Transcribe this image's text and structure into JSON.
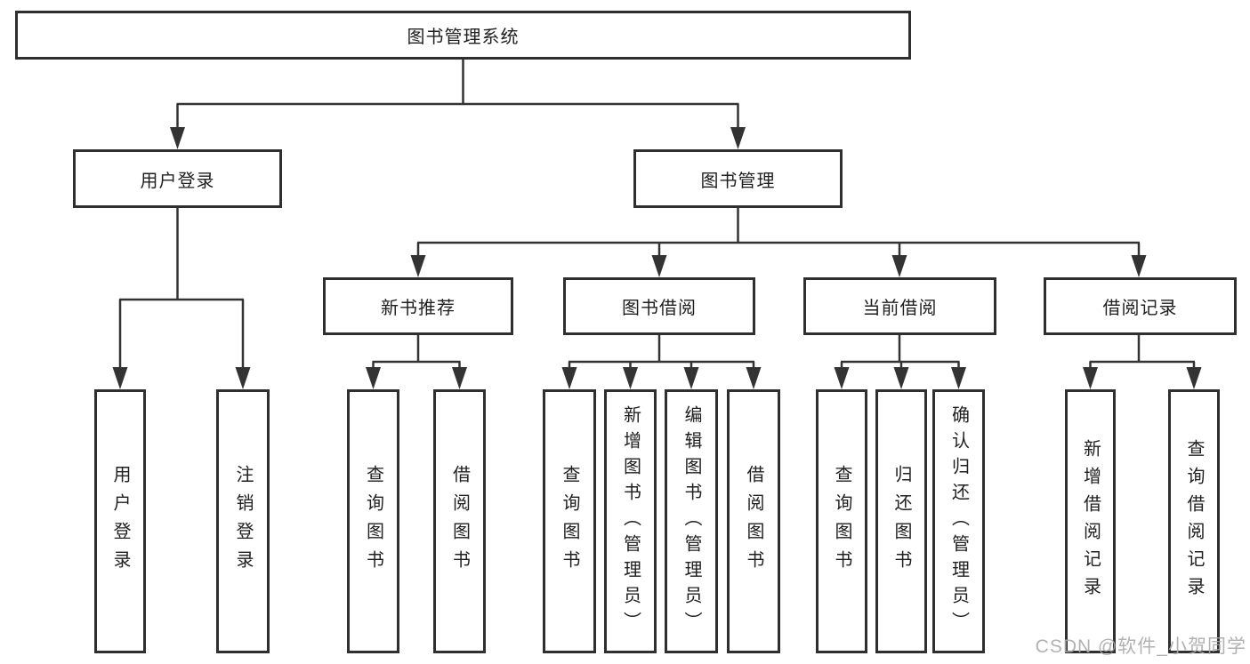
{
  "nodes": {
    "root": {
      "id": "library-management-system",
      "label": "图书管理系统"
    },
    "level2": [
      {
        "id": "user-login",
        "label": "用户登录",
        "parent": "library-management-system"
      },
      {
        "id": "book-management",
        "label": "图书管理",
        "parent": "library-management-system"
      }
    ],
    "level3": [
      {
        "id": "new-book-recommend",
        "label": "新书推荐",
        "parent": "book-management"
      },
      {
        "id": "book-borrowing",
        "label": "图书借阅",
        "parent": "book-management"
      },
      {
        "id": "current-borrowing",
        "label": "当前借阅",
        "parent": "book-management"
      },
      {
        "id": "borrowing-records",
        "label": "借阅记录",
        "parent": "book-management"
      }
    ],
    "leaves": [
      {
        "id": "leaf-user-login",
        "label": "用户登录",
        "parent": "user-login"
      },
      {
        "id": "leaf-logout",
        "label": "注销登录",
        "parent": "user-login"
      },
      {
        "id": "leaf-query-books-recommend",
        "label": "查询图书",
        "parent": "new-book-recommend"
      },
      {
        "id": "leaf-borrow-books-recommend",
        "label": "借阅图书",
        "parent": "new-book-recommend"
      },
      {
        "id": "leaf-query-books-borrowing",
        "label": "查询图书",
        "parent": "book-borrowing"
      },
      {
        "id": "leaf-add-books-admin",
        "label": "新增图书（管理员）",
        "parent": "book-borrowing"
      },
      {
        "id": "leaf-edit-books-admin",
        "label": "编辑图书（管理员）",
        "parent": "book-borrowing"
      },
      {
        "id": "leaf-borrow-books",
        "label": "借阅图书",
        "parent": "book-borrowing"
      },
      {
        "id": "leaf-query-books-current",
        "label": "查询图书",
        "parent": "current-borrowing"
      },
      {
        "id": "leaf-return-books",
        "label": "归还图书",
        "parent": "current-borrowing"
      },
      {
        "id": "leaf-confirm-return-admin",
        "label": "确认归还（管理员）",
        "parent": "current-borrowing"
      },
      {
        "id": "leaf-add-borrow-record",
        "label": "新增借阅记录",
        "parent": "borrowing-records"
      },
      {
        "id": "leaf-query-borrow-record",
        "label": "查询借阅记录",
        "parent": "borrowing-records"
      }
    ]
  },
  "watermark": "CSDN @软件_小贺同学",
  "colors": {
    "line": "#333333",
    "box_border": "#2f2f2f",
    "box_fill": "#ffffff",
    "text": "#1f1f1f",
    "watermark": "#aaaaaa"
  }
}
